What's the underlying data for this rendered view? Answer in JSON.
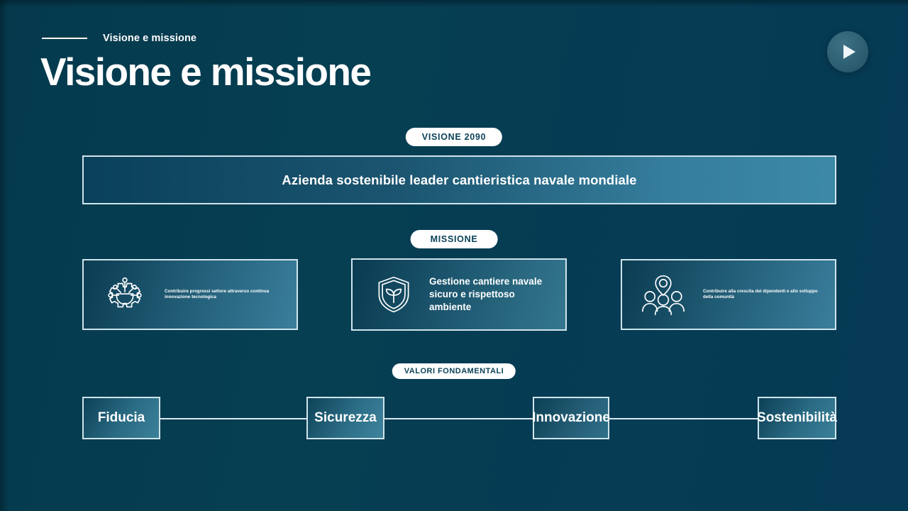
{
  "slide": {
    "eyebrow": "Visione e missione",
    "title": "Visione e missione"
  },
  "play_button": {
    "icon": "play-icon"
  },
  "vision": {
    "pill_label": "VISIONE 2090",
    "statement": "Azienda sostenibile leader cantieristica navale mondiale"
  },
  "mission": {
    "pill_label": "MISSIONE",
    "cards": [
      {
        "icon": "gear-circuit-icon",
        "text": "Contribuire progressi settore attraverso continua innovazione tecnologica"
      },
      {
        "icon": "shield-leaf-icon",
        "text": "Gestione cantiere navale sicuro e rispettoso ambiente"
      },
      {
        "icon": "people-location-icon",
        "text": "Contribuire alla crescita dei dipendenti e allo sviluppo della comunità"
      }
    ]
  },
  "values": {
    "pill_label": "VALORI FONDAMENTALI",
    "items": [
      {
        "label": "Fiducia"
      },
      {
        "label": "Sicurezza"
      },
      {
        "label": "Innovazione"
      },
      {
        "label": "Sostenibilità"
      }
    ]
  },
  "colors": {
    "background_dark": "#063a55",
    "background_teal": "#063e52",
    "accent_light": "#cfe4ec",
    "banner_highlight": "#3c89a6",
    "pill_text": "#0b4258",
    "text_on_dark": "#ffffff"
  }
}
